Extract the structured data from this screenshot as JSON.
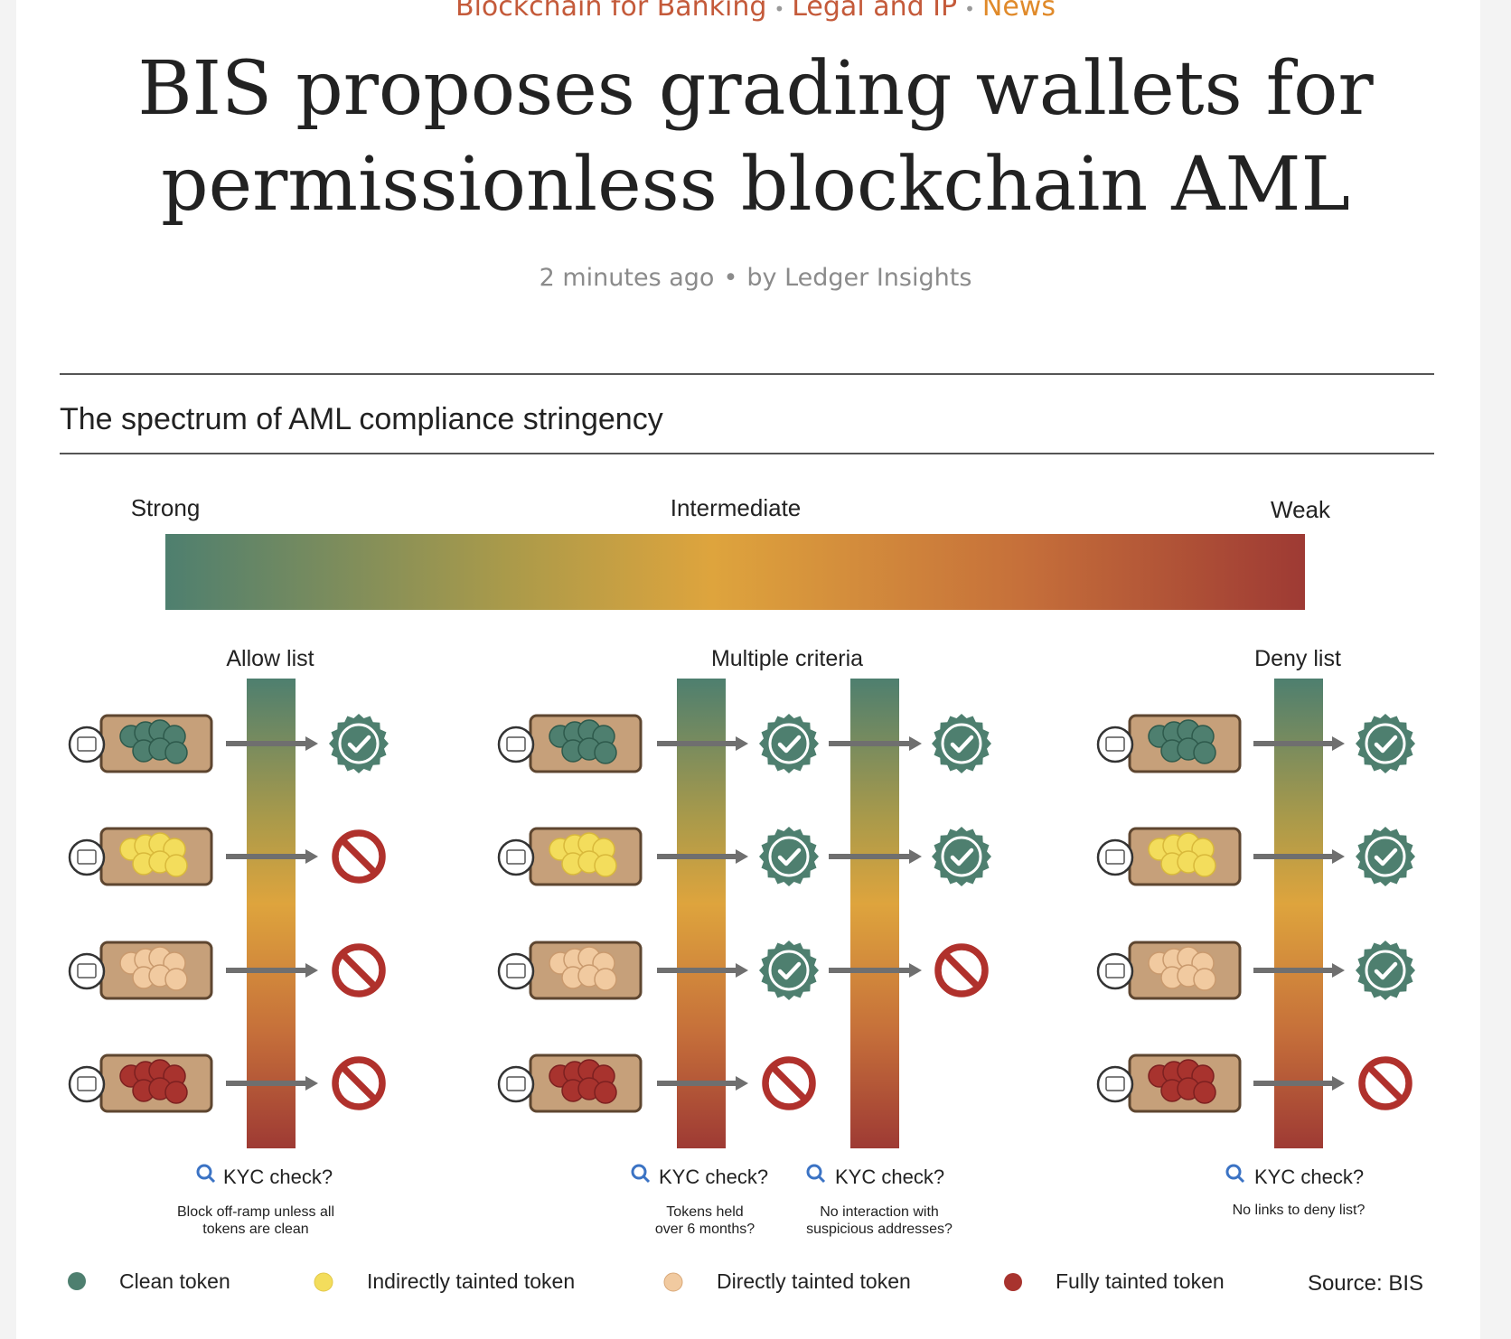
{
  "categories": [
    "Blockchain for Banking",
    "Legal and IP",
    "News"
  ],
  "category_colors": [
    "#c45a3a",
    "#c45a3a",
    "#e08a2a"
  ],
  "headline_line1": "BIS proposes grading wallets for",
  "headline_line2": "permissionless blockchain AML",
  "meta": {
    "time": "2 minutes ago",
    "author": "by Ledger Insights"
  },
  "figure": {
    "title": "The spectrum of AML compliance stringency",
    "scale_labels": {
      "strong": "Strong",
      "intermediate": "Intermediate",
      "weak": "Weak"
    },
    "gradient_colors": [
      "#4e7f6f",
      "#aa9a4a",
      "#dea43d",
      "#c6703a",
      "#9e3a34"
    ],
    "panel_titles": {
      "allow": "Allow list",
      "multiple": "Multiple criteria",
      "deny": "Deny list"
    },
    "kyc_label": "KYC check?",
    "criteria": [
      {
        "line1": "Block off-ramp unless all",
        "line2": "tokens are clean"
      },
      {
        "line1": "Tokens held",
        "line2": "over 6 months?"
      },
      {
        "line1": "No interaction with",
        "line2": "suspicious addresses?"
      },
      {
        "line1": "No links to deny list?",
        "line2": ""
      }
    ],
    "rows": [
      "Clean token",
      "Indirectly tainted token",
      "Directly tainted token",
      "Fully tainted token"
    ],
    "token_colors": [
      "#4e7f6f",
      "#f3dd5c",
      "#f1caa0",
      "#a8332e"
    ],
    "outcomes": {
      "allow_list": [
        "pass",
        "block",
        "block",
        "block"
      ],
      "tokens_held": [
        "pass",
        "pass",
        "pass",
        "block"
      ],
      "no_suspicious": [
        "pass",
        "pass",
        "block",
        "none"
      ],
      "deny_list": [
        "pass",
        "pass",
        "pass",
        "block"
      ]
    },
    "legend": [
      {
        "label": "Clean token",
        "color": "#4e7f6f"
      },
      {
        "label": "Indirectly tainted token",
        "color": "#f3dd5c"
      },
      {
        "label": "Directly tainted token",
        "color": "#f1caa0"
      },
      {
        "label": "Fully tainted token",
        "color": "#a8332e"
      }
    ],
    "source": "Source: BIS"
  }
}
